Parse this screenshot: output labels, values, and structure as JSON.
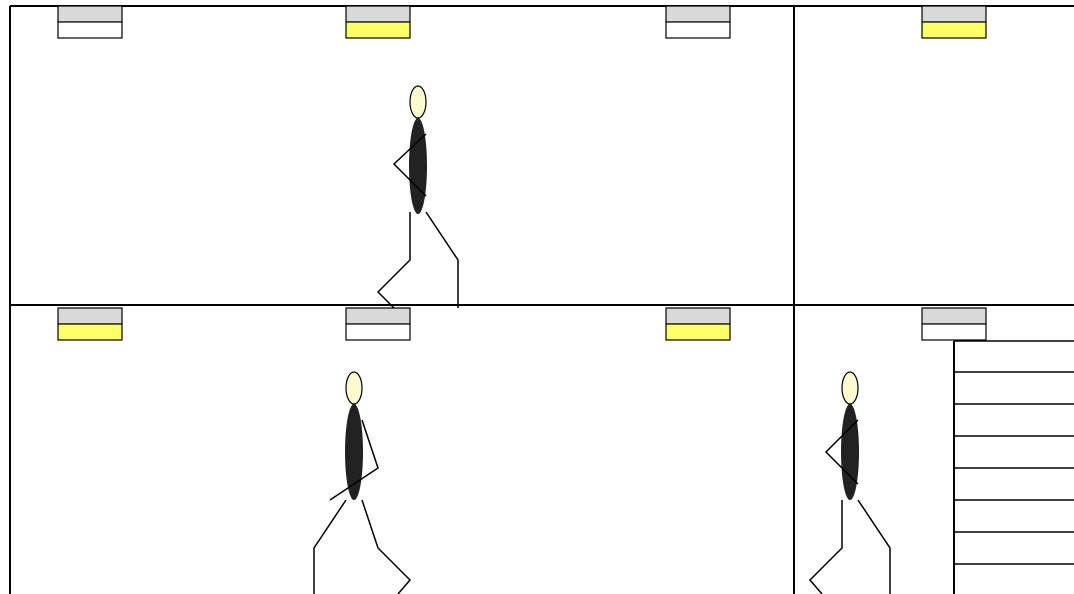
{
  "colors": {
    "background": "#ffffff",
    "wall": "#000000",
    "fixture_housing": "#d9d9d9",
    "light_on": "#ffff66",
    "light_off": "#ffffff",
    "head": "#fffacd",
    "body": "#222222"
  },
  "rooms": [
    {
      "name": "upper-left-room",
      "lights": [
        "off",
        "on",
        "off"
      ]
    },
    {
      "name": "upper-right-room",
      "lights": [
        "on"
      ]
    },
    {
      "name": "lower-left-room",
      "lights": [
        "on",
        "off",
        "on"
      ]
    },
    {
      "name": "lower-right-room",
      "lights": [
        "off"
      ]
    }
  ],
  "people": [
    {
      "name": "person-upper-left-room",
      "pose": "walking"
    },
    {
      "name": "person-lower-left-room",
      "pose": "walking"
    },
    {
      "name": "person-lower-right-room",
      "pose": "walking"
    }
  ],
  "stairs": {
    "name": "staircase",
    "step_count": 8
  }
}
